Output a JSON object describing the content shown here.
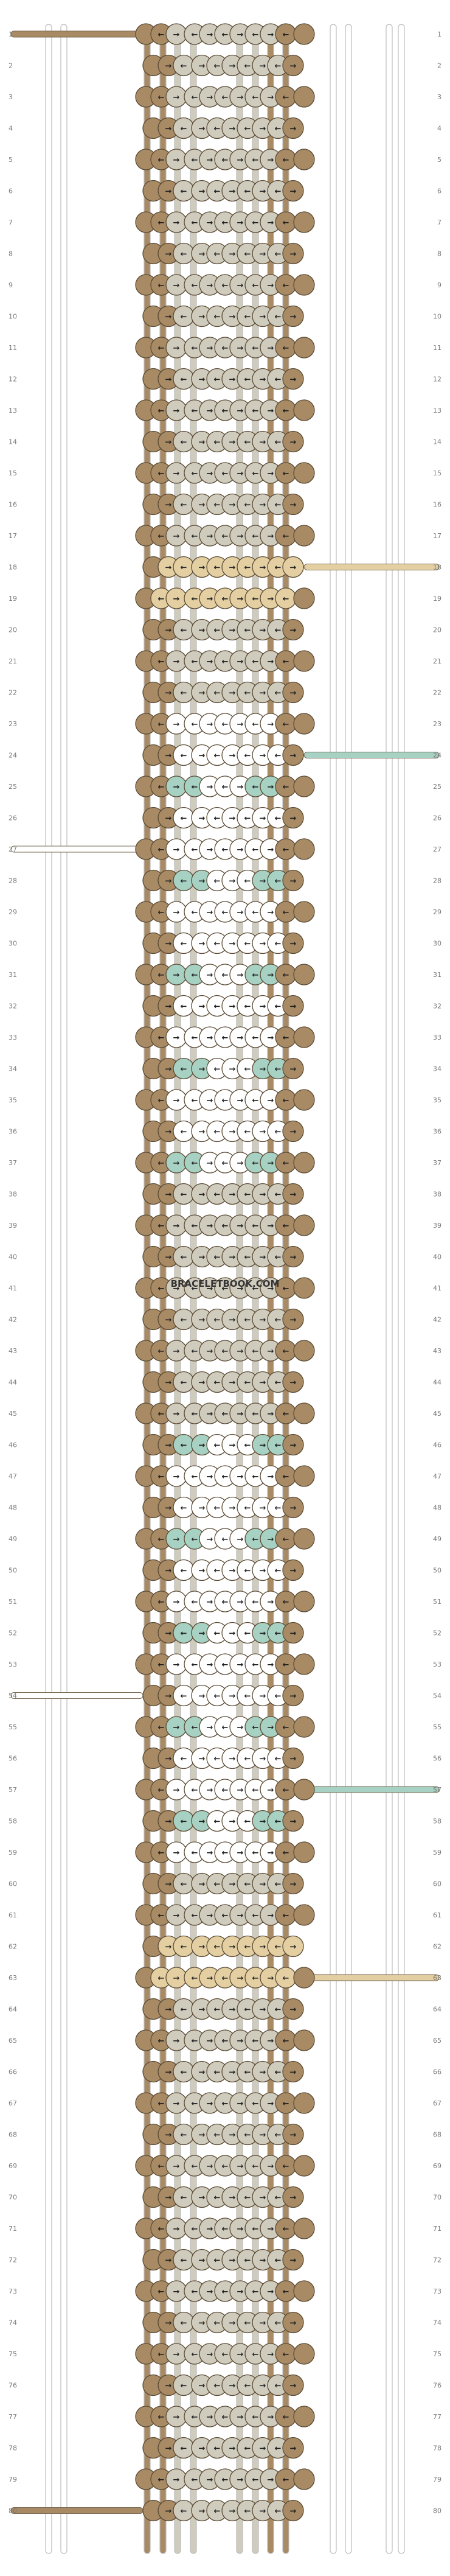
{
  "watermark": "BRACELETBOOK.COM",
  "rows": [
    "1",
    "2",
    "3",
    "4",
    "5",
    "6",
    "7",
    "8",
    "9",
    "10",
    "11",
    "12",
    "13",
    "14",
    "15",
    "16",
    "17",
    "18",
    "19",
    "20",
    "21",
    "22",
    "23",
    "24",
    "25",
    "26",
    "27",
    "28",
    "29",
    "30",
    "31",
    "32",
    "33",
    "34",
    "35",
    "36",
    "37",
    "38",
    "39",
    "40",
    "41",
    "42",
    "43",
    "44",
    "45",
    "46",
    "47",
    "48",
    "49",
    "50",
    "51",
    "52",
    "53",
    "54",
    "55",
    "56",
    "57",
    "58",
    "59",
    "60",
    "61",
    "62",
    "63",
    "64",
    "65",
    "66",
    "67",
    "68",
    "69",
    "70",
    "71",
    "72",
    "73",
    "74",
    "75",
    "76",
    "77",
    "78",
    "79",
    "80"
  ],
  "colors": {
    "string_outline": "#bcbcbc",
    "brown": "#a88a64",
    "grey": "#cfcbbd",
    "tan": "#e3cfa2",
    "mint": "#a6d1c3",
    "white": "#ffffff",
    "knot_stroke": "#5a4a34"
  },
  "strings_left_to_right": [
    "white",
    "white",
    "brown",
    "brown",
    "grey",
    "grey",
    "grey",
    "grey",
    "brown",
    "brown",
    "white",
    "white",
    "white",
    "white"
  ],
  "side_tails": [
    {
      "row": "1",
      "side": "left",
      "color": "brown"
    },
    {
      "row": "18",
      "side": "right",
      "color": "tan"
    },
    {
      "row": "24",
      "side": "right",
      "color": "mint"
    },
    {
      "row": "27",
      "side": "left",
      "color": "white"
    },
    {
      "row": "54",
      "side": "left",
      "color": "white"
    },
    {
      "row": "57",
      "side": "right",
      "color": "mint"
    },
    {
      "row": "63",
      "side": "right",
      "color": "tan"
    },
    {
      "row": "80",
      "side": "left",
      "color": "brown"
    }
  ],
  "arrow_glyphs": {
    "forward": "→",
    "backward": "←",
    "forward_backward": "↗",
    "backward_forward": "↖"
  }
}
